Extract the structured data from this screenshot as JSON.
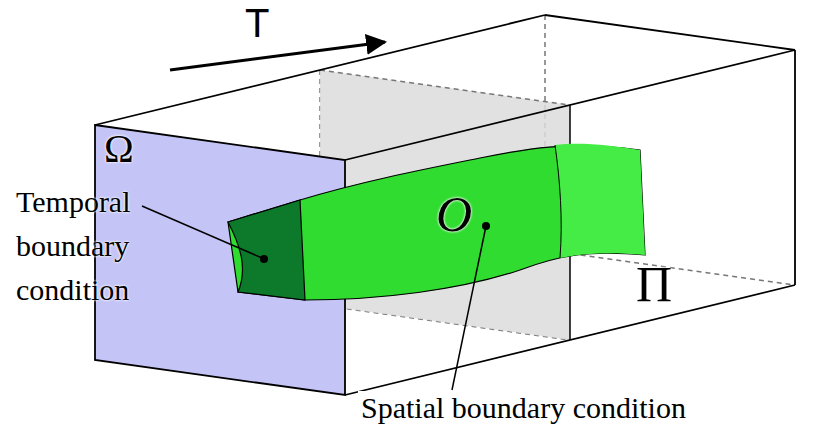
{
  "diagram": {
    "labels": [
      "T",
      "Ω",
      "Temporal boundary condition",
      "O",
      "Spatial boundary condition",
      "Π"
    ]
  }
}
